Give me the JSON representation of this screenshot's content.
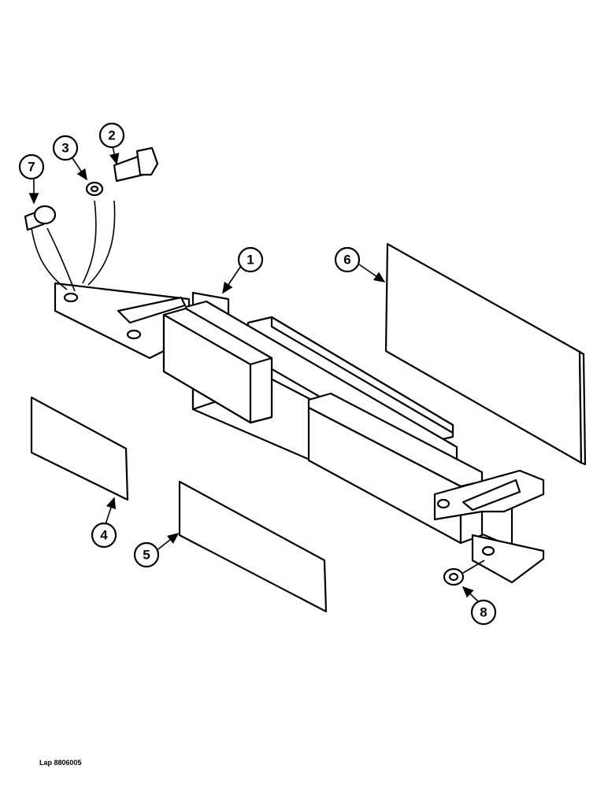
{
  "callouts": [
    {
      "id": "1",
      "label": "1"
    },
    {
      "id": "2",
      "label": "2"
    },
    {
      "id": "3",
      "label": "3"
    },
    {
      "id": "4",
      "label": "4"
    },
    {
      "id": "5",
      "label": "5"
    },
    {
      "id": "6",
      "label": "6"
    },
    {
      "id": "7",
      "label": "7"
    },
    {
      "id": "8",
      "label": "8"
    }
  ],
  "footer_ref": "Lap 8806005"
}
